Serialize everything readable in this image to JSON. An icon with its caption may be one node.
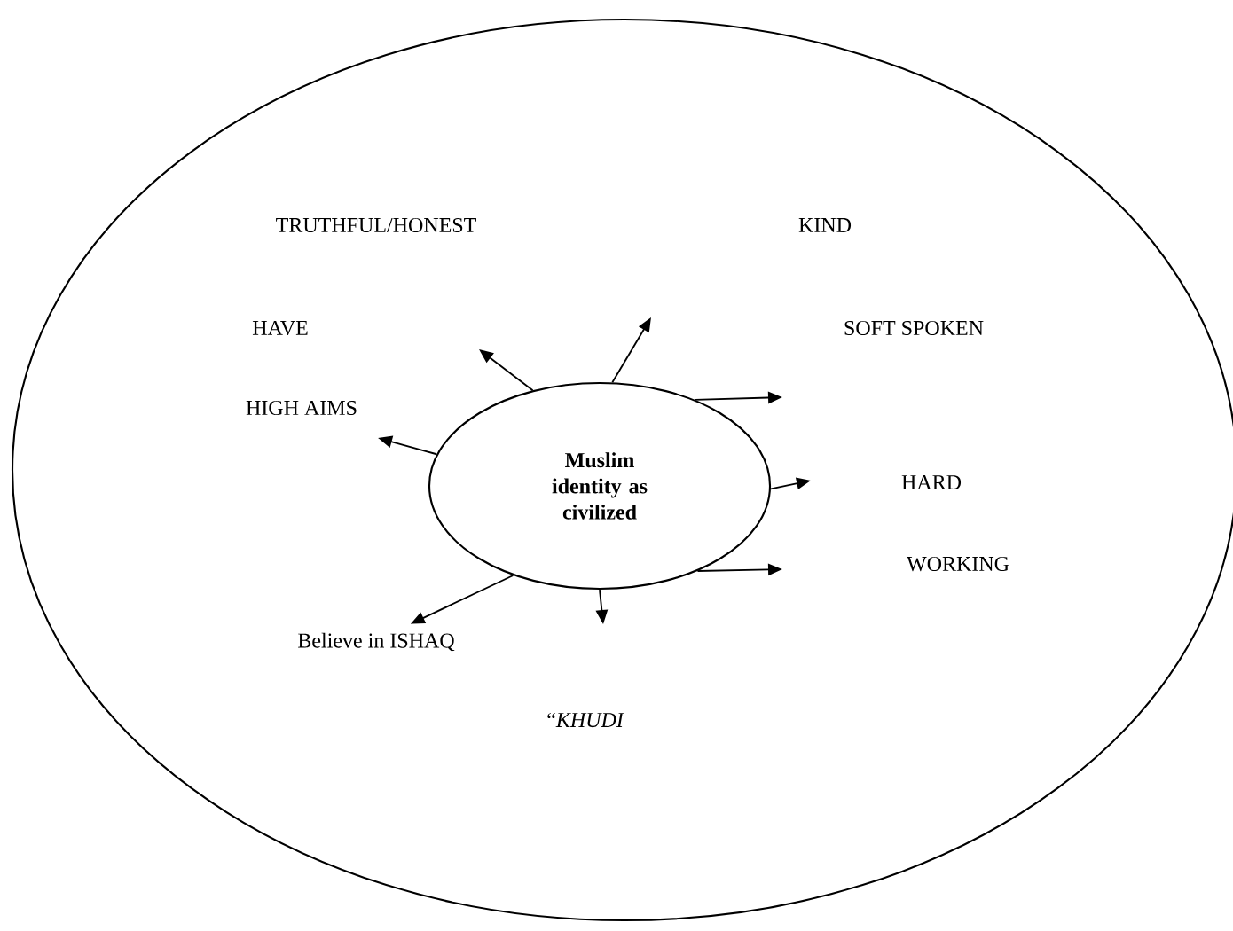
{
  "diagram": {
    "nodes": [
      {
        "text": [],
        "shape": "circle"
      },
      {
        "text": [
          "Muslim identity as civilized"
        ],
        "in": 0
      },
      {
        "text": [
          "Believe in ISHAQ"
        ],
        "in": 0
      }
    ],
    "edges": [
      {
        "from": 1,
        "to": null,
        "arrow": "to"
      },
      {
        "from": 1,
        "to": null,
        "arrow": "to"
      },
      {
        "from": 1,
        "to": null,
        "arrow": "to"
      },
      {
        "from": 1,
        "to": null,
        "arrow": "to"
      },
      {
        "from": 1,
        "to": null,
        "arrow": "to"
      },
      {
        "from": 1,
        "to": null,
        "arrow": "to"
      },
      {
        "from": 1,
        "to": 2,
        "arrow": "to"
      },
      {
        "from": 1,
        "to": null,
        "arrow": "to"
      }
    ],
    "labels": [
      "TRUTHFUL/HONEST",
      "KIND",
      "HAVE",
      "SOFT SPOKEN",
      "HIGH AIMS",
      "HARD",
      "WORKING",
      "“*KHUDI*"
    ]
  }
}
